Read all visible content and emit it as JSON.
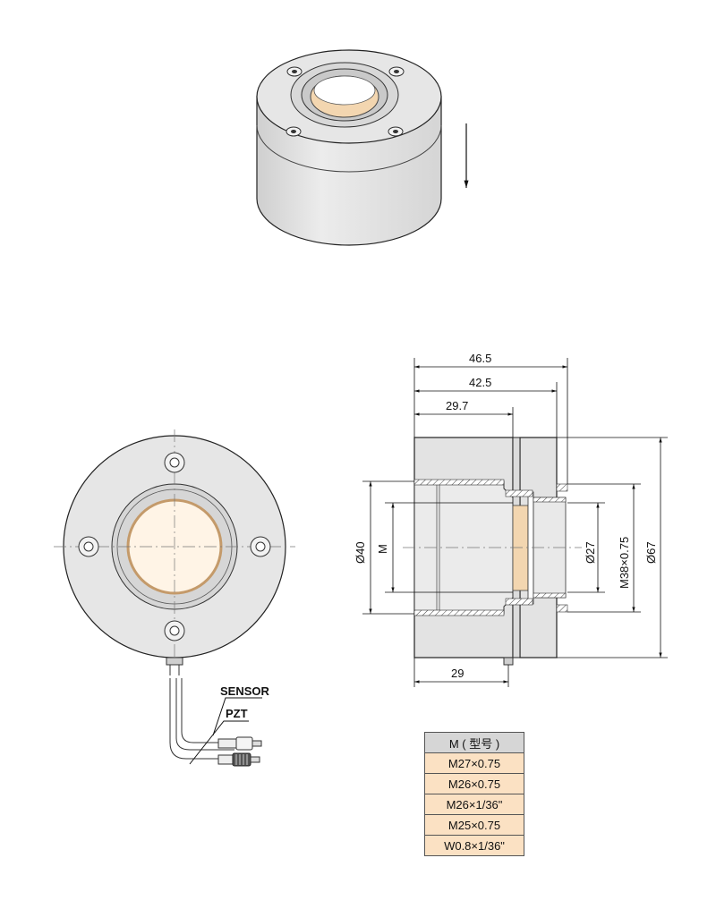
{
  "cable_labels": {
    "sensor": "SENSOR",
    "pzt": "PZT"
  },
  "dimensions": {
    "d1": "46.5",
    "d2": "42.5",
    "d3": "29.7",
    "d4": "29",
    "dia40": "Ø40",
    "m": "M",
    "dia27": "Ø27",
    "thread": "M38×0.75",
    "dia67": "Ø67"
  },
  "model_table": {
    "header": "M ( 型号 )",
    "rows": [
      "M27×0.75",
      "M26×0.75",
      "M26×1/36\"",
      "M25×0.75",
      "W0.8×1/36\""
    ]
  },
  "colors": {
    "body": "#e3e3e3",
    "body_dark": "#d2d2d2",
    "lens": "#f3d6b0",
    "table_header": "#d6d6d6",
    "table_row": "#fbe1c3"
  }
}
